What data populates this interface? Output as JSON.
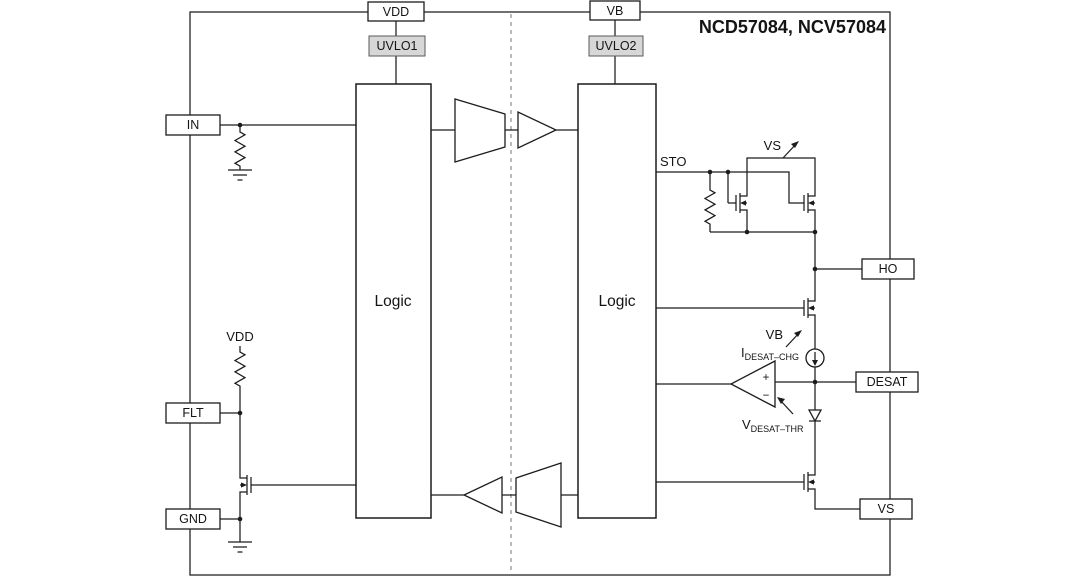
{
  "title": "NCD57084, NCV57084",
  "pins": {
    "vdd": "VDD",
    "vb": "VB",
    "in": "IN",
    "flt": "FLT",
    "gnd": "GND",
    "ho": "HO",
    "desat": "DESAT",
    "vs": "VS"
  },
  "blocks": {
    "uvlo1": "UVLO1",
    "uvlo2": "UVLO2",
    "logic_left": "Logic",
    "logic_right": "Logic"
  },
  "nets": {
    "sto": "STO",
    "vs_rail": "VS",
    "vb_rail": "VB",
    "vdd_rail": "VDD",
    "idesat_main": "I",
    "idesat_sub": "DESAT–CHG",
    "vdesat_main": "V",
    "vdesat_sub": "DESAT–THR",
    "comp_plus": "+",
    "comp_minus": "−"
  },
  "colors": {
    "wire": "#1c1c1c",
    "uvlo_fill": "#d7d7d7",
    "background": "#ffffff"
  }
}
